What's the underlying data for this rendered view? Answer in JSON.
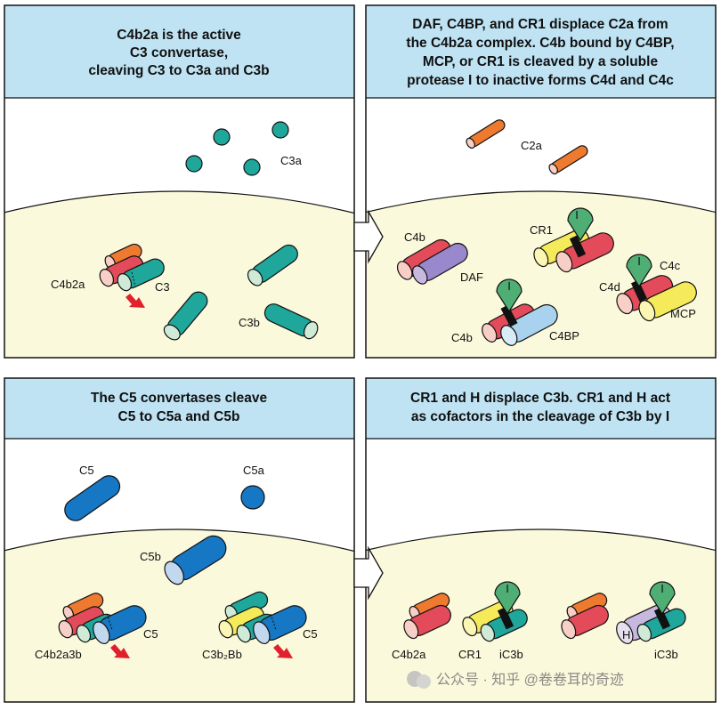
{
  "panels": {
    "p1": {
      "header": [
        "C4b2a is the active",
        "C3 convertase,",
        "cleaving C3 to C3a and C3b"
      ],
      "labels": {
        "c3a": "C3a",
        "c4b2a": "C4b2a",
        "c3": "C3",
        "c3b": "C3b"
      }
    },
    "p2": {
      "header": [
        "DAF, C4BP, and CR1 displace C2a from",
        "the C4b2a complex. C4b bound by C4BP,",
        "MCP, or CR1 is cleaved by a soluble",
        "protease I to inactive forms C4d and C4c"
      ],
      "labels": {
        "c2a": "C2a",
        "c4b": "C4b",
        "daf": "DAF",
        "cr1": "CR1",
        "i1": "I",
        "i2": "I",
        "i3": "I",
        "c4c": "C4c",
        "c4d": "C4d",
        "mcp": "MCP",
        "c4b2": "C4b",
        "c4bp": "C4BP"
      }
    },
    "p3": {
      "header": [
        "The C5 convertases cleave",
        "C5 to C5a and C5b"
      ],
      "labels": {
        "c5": "C5",
        "c5a": "C5a",
        "c5b": "C5b",
        "c4b2a3b": "C4b2a3b",
        "c5_1": "C5",
        "c3b2bb": "C3b₂Bb",
        "c5_2": "C5"
      }
    },
    "p4": {
      "header": [
        "CR1 and H displace C3b. CR1 and H act",
        "as cofactors in the cleavage of C3b by I"
      ],
      "labels": {
        "c4b2a": "C4b2a",
        "cr1": "CR1",
        "ic3b1": "iC3b",
        "h": "H",
        "ic3b2": "iC3b",
        "i1": "I",
        "i2": "I"
      }
    }
  },
  "watermark": "公众号 · 知乎 @卷卷耳的奇迹",
  "colors": {
    "header_bg": "#bfe3f3",
    "membrane": "#fbf9dc",
    "c3_teal": "#1fa79b",
    "c3b_end": "#cfead7",
    "c2a_orange": "#ee7a30",
    "c4b_red": "#e34b5a",
    "c4b_end": "#f7cfc6",
    "daf_purple": "#9a88cc",
    "cr1_yellow": "#f5ea5a",
    "c4bp_blue": "#a9d2ef",
    "c5_blue": "#1677c5",
    "protease_green": "#4fae74",
    "h_lavender": "#c7b8df",
    "arrow_red": "#e0202d"
  }
}
